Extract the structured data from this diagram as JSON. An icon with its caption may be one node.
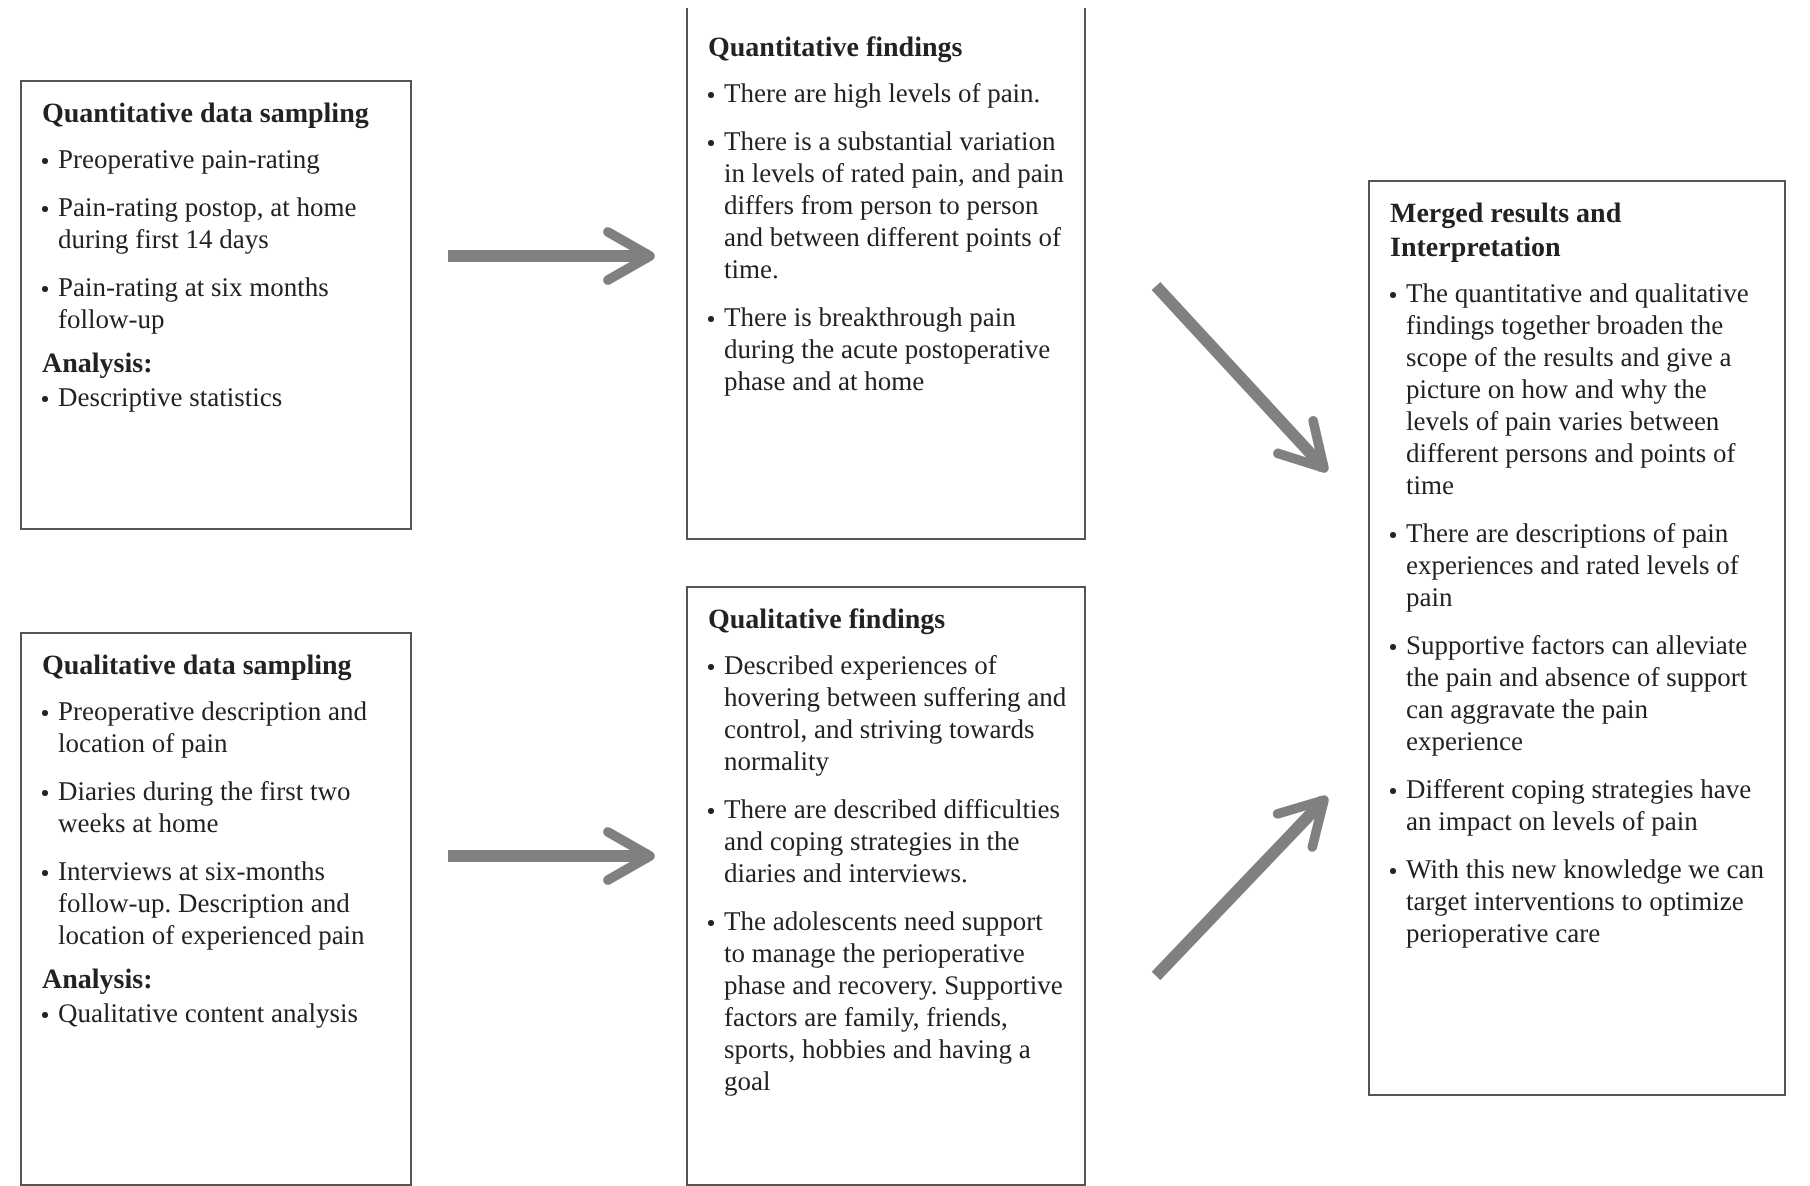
{
  "diagram": {
    "nodes": [
      {
        "text": [
          "Quantitative data sampling",
          "Preoperative pain-rating",
          "Pain-rating postop, at home during first 14 days",
          "Pain-rating at six months follow-up",
          "Analysis:",
          "Descriptive statistics"
        ]
      },
      {
        "text": [
          "Quantitative findings",
          "There are high levels of pain.",
          "There is a substantial variation in levels of rated pain, and pain differs from person to person and between different points of time.",
          "There is breakthrough pain during the acute postoperative phase and at home"
        ]
      },
      {
        "text": [
          "Merged results and Interpretation",
          "The quantitative and qualitative findings together broaden the scope of the results and give a picture on how and why the levels of pain varies between different persons and points of time",
          "There are descriptions of pain experiences and rated levels of pain",
          "Supportive factors can alleviate the pain and absence of support can aggravate the pain experience",
          "Different coping strategies have an impact on levels of pain",
          "With this new knowledge we can target interventions to optimize perioperative care"
        ]
      },
      {
        "text": [
          "Qualitative data sampling",
          "Preoperative description and location of pain",
          "Diaries during the first two weeks at home",
          "Interviews at six-months follow-up. Description and location of experienced pain",
          "Analysis:",
          "Qualitative content analysis"
        ]
      },
      {
        "text": [
          "Qualitative findings",
          "Described experiences of hovering between suffering and control, and striving towards normality",
          "There are described difficulties and coping strategies in the diaries and interviews.",
          "The adolescents need support to manage the perioperative phase and recovery. Supportive factors are family, friends, sports, hobbies and having a goal"
        ]
      }
    ],
    "edges": [
      {
        "from": 0,
        "to": 1,
        "arrow": "to"
      },
      {
        "from": 3,
        "to": 4,
        "arrow": "to"
      },
      {
        "from": 1,
        "to": 2,
        "arrow": "to"
      },
      {
        "from": 4,
        "to": 2,
        "arrow": "to"
      }
    ]
  }
}
